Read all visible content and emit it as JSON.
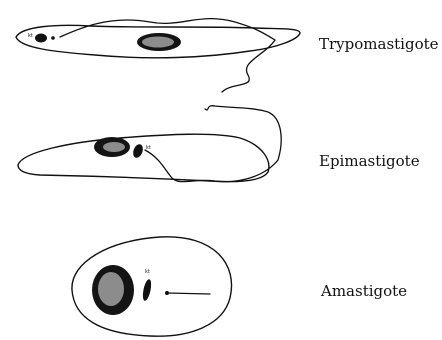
{
  "stages": [
    {
      "name": "Trypomastigote",
      "kinetoplast_label": "kt"
    },
    {
      "name": "Epimastigote",
      "kinetoplast_label": "kt"
    },
    {
      "name": "Amastigote",
      "kinetoplast_label": "kt"
    }
  ]
}
